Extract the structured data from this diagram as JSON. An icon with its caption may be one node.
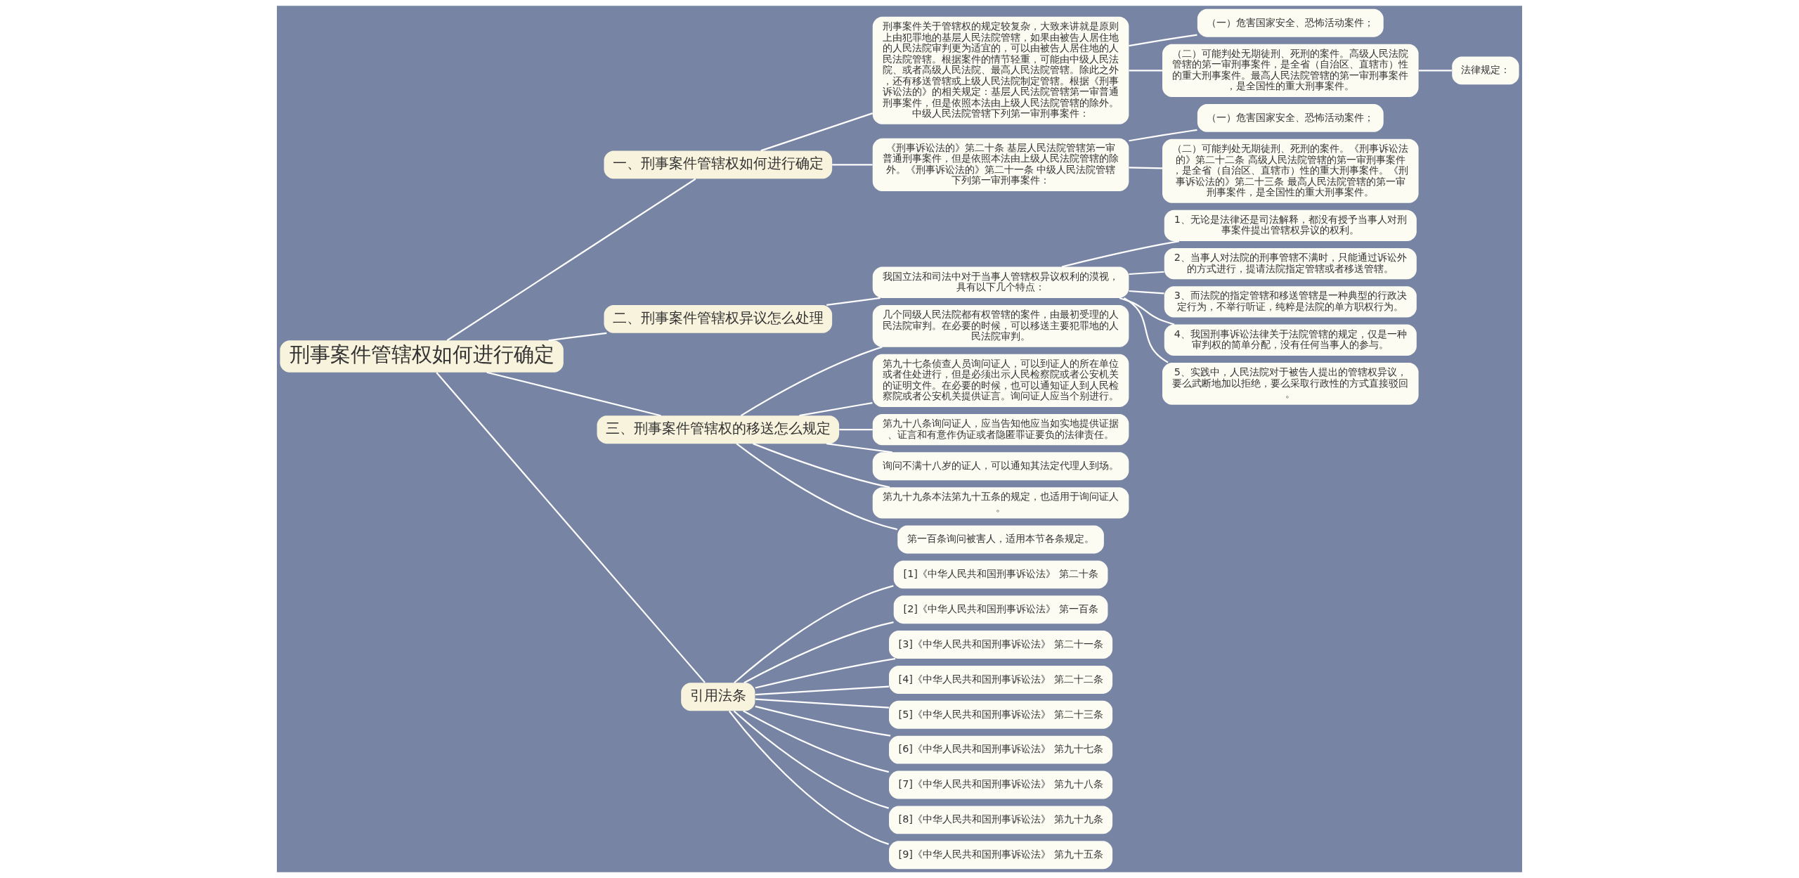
{
  "diagram": {
    "nodes": [
      {
        "text": [
          "刑事案件管辖权如何进行确定"
        ]
      },
      {
        "text": [
          "一、刑事案件管辖权如何进行确定"
        ]
      },
      {
        "text": [
          "刑事案件关于管辖权的规定较复杂，大致来讲就是原则上由犯罪地的基层人民法院管辖，如果由被告人居住地的人民法院审判更为适宜的，可以由被告人居住地的人民法院管辖。根据案件的情节轻重，可能由中级人民法院、或者高级人民法院、最高人民法院管辖。除此之外，还有移送管辖或上级人民法院制定管辖。根据《刑事诉讼法的》的相关规定：基层人民法院管辖第一审普通刑事案件，但是依照本法由上级人民法院管辖的除外。中级人民法院管辖下列第一审刑事案件："
        ]
      },
      {
        "text": [
          "（一）危害国家安全、恐怖活动案件；"
        ]
      },
      {
        "text": [
          "（二）可能判处无期徒刑、死刑的案件。高级人民法院管辖的第一审刑事案件，是全省（自治区、直辖市）性的重大刑事案件。最高人民法院管辖的第一审刑事案件，是全国性的重大刑事案件。"
        ]
      },
      {
        "text": [
          "法律规定："
        ]
      },
      {
        "text": [
          "《刑事诉讼法的》第二十条 基层人民法院管辖第一审普通刑事案件，但是依照本法由上级人民法院管辖的除外。《刑事诉讼法的》第二十一条 中级人民法院管辖下列第一审刑事案件："
        ]
      },
      {
        "text": [
          "（一）危害国家安全、恐怖活动案件；"
        ]
      },
      {
        "text": [
          "（二）可能判处无期徒刑、死刑的案件。《刑事诉讼法的》第二十二条 高级人民法院管辖的第一审刑事案件，是全省（自治区、直辖市）性的重大刑事案件。《刑事诉讼法的》第二十三条 最高人民法院管辖的第一审刑事案件，是全国性的重大刑事案件。"
        ]
      },
      {
        "text": [
          "二、刑事案件管辖权异议怎么处理"
        ]
      },
      {
        "text": [
          "我国立法和司法中对于当事人管辖权异议权利的漠视，具有以下几个特点："
        ]
      },
      {
        "text": [
          "1、无论是法律还是司法解释，都没有授予当事人对刑事案件提出管辖权异议的权利。"
        ]
      },
      {
        "text": [
          "2、当事人对法院的刑事管辖不满时，只能通过诉讼外的方式进行，提请法院指定管辖或者移送管辖。"
        ]
      },
      {
        "text": [
          "3、而法院的指定管辖和移送管辖是一种典型的行政决定行为，不举行听证，纯粹是法院的单方职权行为。"
        ]
      },
      {
        "text": [
          "4、我国刑事诉讼法律关于法院管辖的规定，仅是一种审判权的简单分配，没有任何当事人的参与。"
        ]
      },
      {
        "text": [
          "5、实践中，人民法院对于被告人提出的管辖权异议，要么武断地加以拒绝，要么采取行政性的方式直接驳回。"
        ]
      },
      {
        "text": [
          "三、刑事案件管辖权的移送怎么规定"
        ]
      },
      {
        "text": [
          "几个同级人民法院都有权管辖的案件，由最初受理的人民法院审判。在必要的时候，可以移送主要犯罪地的人民法院审判。"
        ]
      },
      {
        "text": [
          "第九十七条侦查人员询问证人，可以到证人的所在单位或者住处进行，但是必须出示人民检察院或者公安机关的证明文件。在必要的时候，也可以通知证人到人民检察院或者公安机关提供证言。询问证人应当个别进行。"
        ]
      },
      {
        "text": [
          "第九十八条询问证人，应当告知他应当如实地提供证据、证言和有意作伪证或者隐匿罪证要负的法律责任。"
        ]
      },
      {
        "text": [
          "询问不满十八岁的证人，可以通知其法定代理人到场。"
        ]
      },
      {
        "text": [
          "第九十九条本法第九十五条的规定，也适用于询问证人。"
        ]
      },
      {
        "text": [
          "第一百条询问被害人，适用本节各条规定。"
        ]
      },
      {
        "text": [
          "引用法条"
        ]
      },
      {
        "text": [
          "[1]《中华人民共和国刑事诉讼法》 第二十条"
        ]
      },
      {
        "text": [
          "[2]《中华人民共和国刑事诉讼法》 第一百条"
        ]
      },
      {
        "text": [
          "[3]《中华人民共和国刑事诉讼法》 第二十一条"
        ]
      },
      {
        "text": [
          "[4]《中华人民共和国刑事诉讼法》 第二十二条"
        ]
      },
      {
        "text": [
          "[5]《中华人民共和国刑事诉讼法》 第二十三条"
        ]
      },
      {
        "text": [
          "[6]《中华人民共和国刑事诉讼法》 第九十七条"
        ]
      },
      {
        "text": [
          "[7]《中华人民共和国刑事诉讼法》 第九十八条"
        ]
      },
      {
        "text": [
          "[8]《中华人民共和国刑事诉讼法》 第九十九条"
        ]
      },
      {
        "text": [
          "[9]《中华人民共和国刑事诉讼法》 第九十五条"
        ]
      }
    ],
    "edges": [
      {
        "from": 0,
        "to": 1,
        "arrow": "none"
      },
      {
        "from": 1,
        "to": 2,
        "arrow": "none"
      },
      {
        "from": 2,
        "to": 3,
        "arrow": "none"
      },
      {
        "from": 2,
        "to": 4,
        "arrow": "none"
      },
      {
        "from": 4,
        "to": 5,
        "arrow": "none"
      },
      {
        "from": 1,
        "to": 6,
        "arrow": "none"
      },
      {
        "from": 6,
        "to": 7,
        "arrow": "none"
      },
      {
        "from": 6,
        "to": 8,
        "arrow": "none"
      },
      {
        "from": 0,
        "to": 9,
        "arrow": "none"
      },
      {
        "from": 9,
        "to": 10,
        "arrow": "none"
      },
      {
        "from": 10,
        "to": 11,
        "arrow": "none"
      },
      {
        "from": 10,
        "to": 12,
        "arrow": "none"
      },
      {
        "from": 10,
        "to": 13,
        "arrow": "none"
      },
      {
        "from": 10,
        "to": 14,
        "arrow": "none"
      },
      {
        "from": 10,
        "to": 15,
        "arrow": "none"
      },
      {
        "from": 0,
        "to": 16,
        "arrow": "none"
      },
      {
        "from": 16,
        "to": 17,
        "arrow": "none"
      },
      {
        "from": 16,
        "to": 18,
        "arrow": "none"
      },
      {
        "from": 16,
        "to": 19,
        "arrow": "none"
      },
      {
        "from": 16,
        "to": 20,
        "arrow": "none"
      },
      {
        "from": 16,
        "to": 21,
        "arrow": "none"
      },
      {
        "from": 16,
        "to": 22,
        "arrow": "none"
      },
      {
        "from": 0,
        "to": 23,
        "arrow": "none"
      },
      {
        "from": 23,
        "to": 24,
        "arrow": "none"
      },
      {
        "from": 23,
        "to": 25,
        "arrow": "none"
      },
      {
        "from": 23,
        "to": 26,
        "arrow": "none"
      },
      {
        "from": 23,
        "to": 27,
        "arrow": "none"
      },
      {
        "from": 23,
        "to": 28,
        "arrow": "none"
      },
      {
        "from": 23,
        "to": 29,
        "arrow": "none"
      },
      {
        "from": 23,
        "to": 30,
        "arrow": "none"
      },
      {
        "from": 23,
        "to": 31,
        "arrow": "none"
      },
      {
        "from": 23,
        "to": 32,
        "arrow": "none"
      }
    ]
  }
}
